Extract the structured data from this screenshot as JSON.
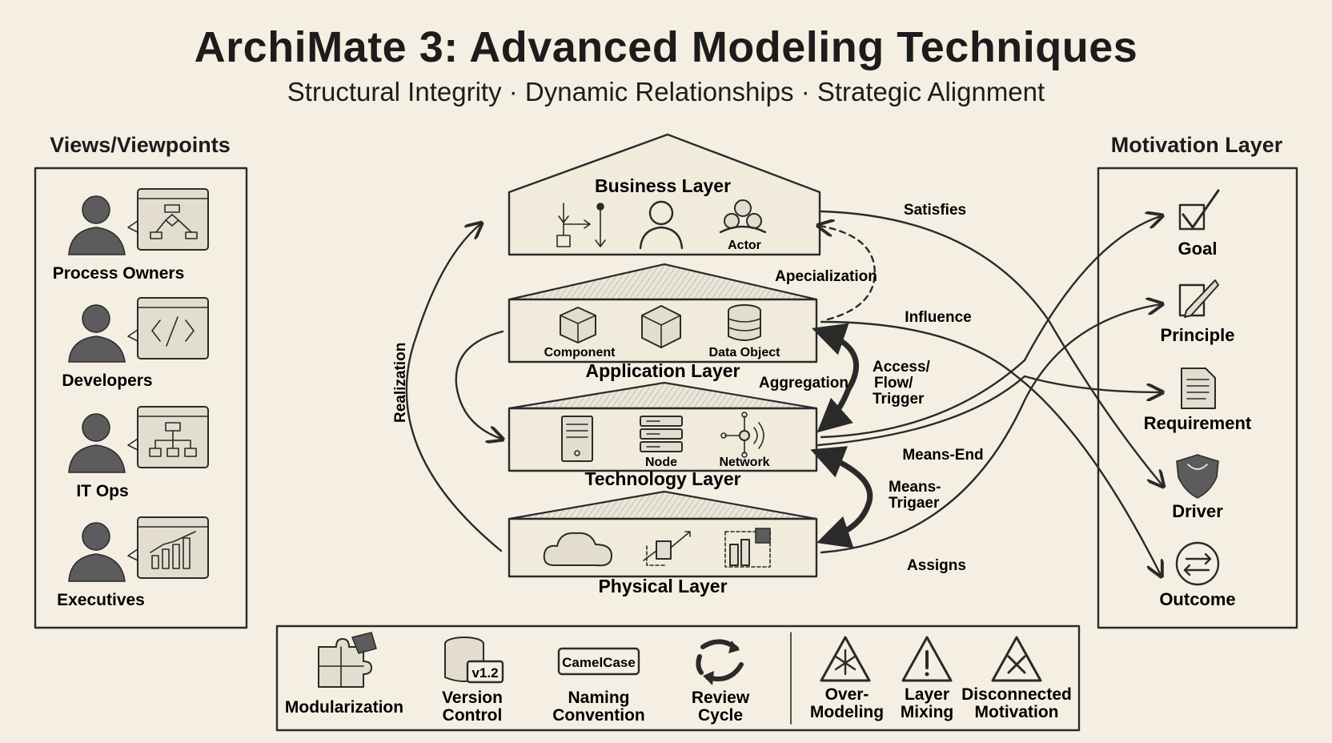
{
  "header": {
    "title": "ArchiMate 3: Advanced Modeling Techniques",
    "subtitle": "Structural Integrity · Dynamic Relationships · Strategic Alignment"
  },
  "views_panel": {
    "title": "Views/Viewpoints",
    "stakeholders": [
      {
        "label": "Process Owners",
        "screen_icon": "flowchart-icon"
      },
      {
        "label": "Developers",
        "screen_icon": "code-icon"
      },
      {
        "label": "IT Ops",
        "screen_icon": "hierarchy-icon"
      },
      {
        "label": "Executives",
        "screen_icon": "bar-chart-icon"
      }
    ]
  },
  "layers": {
    "business": {
      "title": "Business Layer",
      "items": [
        "Actor"
      ]
    },
    "application": {
      "title": "Application Layer",
      "items": [
        "Component",
        "Data Object"
      ]
    },
    "technology": {
      "title": "Technology Layer",
      "items": [
        "Node",
        "Network"
      ]
    },
    "physical": {
      "title": "Physical Layer"
    }
  },
  "relationships": {
    "realization": "Realization",
    "satisfies": "Satisfies",
    "specialization": "Apecialization",
    "influence": "Influence",
    "aggregation": "Aggregation",
    "access_flow_trigger": [
      "Access/",
      "Flow/",
      "Trigger"
    ],
    "means_end": "Means-End",
    "means_trigger": [
      "Means-",
      "Trigaer"
    ],
    "assigns": "Assigns"
  },
  "motivation_panel": {
    "title": "Motivation Layer",
    "items": [
      {
        "label": "Goal",
        "icon": "goal-checkbox-icon"
      },
      {
        "label": "Principle",
        "icon": "pencil-note-icon"
      },
      {
        "label": "Requirement",
        "icon": "document-icon"
      },
      {
        "label": "Driver",
        "icon": "shield-icon"
      },
      {
        "label": "Outcome",
        "icon": "cycle-arrows-icon"
      }
    ]
  },
  "practices_bar": {
    "best_practices": [
      {
        "lines": [
          "Modularization"
        ],
        "icon": "puzzle-icon"
      },
      {
        "lines": [
          "Version",
          "Control"
        ],
        "icon": "cylinder-icon",
        "badge": "v1.2"
      },
      {
        "lines": [
          "Naming",
          "Convention"
        ],
        "icon": "tag-icon",
        "badge": "CamelCase"
      },
      {
        "lines": [
          "Review",
          "Cycle"
        ],
        "icon": "refresh-icon"
      }
    ],
    "pitfalls": [
      {
        "lines": [
          "Over-",
          "Modeling"
        ],
        "icon": "warning-asterisk-icon"
      },
      {
        "lines": [
          "Layer",
          "Mixing"
        ],
        "icon": "warning-exclamation-icon"
      },
      {
        "lines": [
          "Disconnected",
          "Motivation"
        ],
        "icon": "warning-x-icon"
      }
    ]
  },
  "colors": {
    "paper": "#f4efe2",
    "ink": "#1c1c1c",
    "shade": "#e3ddcf"
  }
}
